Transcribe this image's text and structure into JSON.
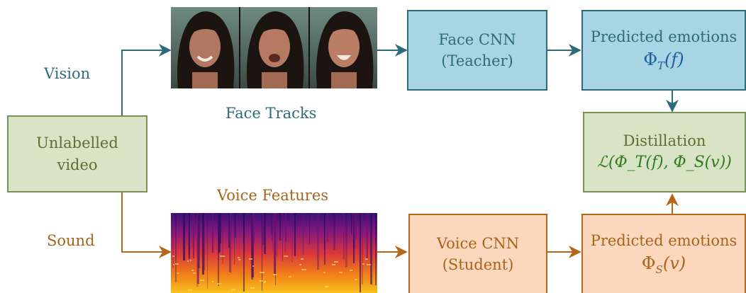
{
  "branches": {
    "vision": "Vision",
    "sound": "Sound"
  },
  "input": {
    "line1": "Unlabelled",
    "line2": "video"
  },
  "face_tracks": {
    "caption": "Face Tracks"
  },
  "voice_features": {
    "caption": "Voice Features"
  },
  "teacher": {
    "line1": "Face CNN",
    "line2": "(Teacher)"
  },
  "student": {
    "line1": "Voice CNN",
    "line2": "(Student)"
  },
  "teacher_output": {
    "line1": "Predicted emotions",
    "symbol": "Φ",
    "sub": "T",
    "arg": "(f)"
  },
  "student_output": {
    "line1": "Predicted emotions",
    "symbol": "Φ",
    "sub": "S",
    "arg": "(v)"
  },
  "distillation": {
    "line1": "Distillation",
    "formula": "ℒ(Φ_T(f), Φ_S(v))"
  },
  "colors": {
    "vision_path": "#2d6b79",
    "sound_path": "#b5661a",
    "green_fill": "#d9e3c5",
    "blue_fill": "#a7d5e4",
    "orange_fill": "#fbd7bd"
  },
  "icons": {
    "face_frames": "face-track-frames",
    "spectrogram": "voice-spectrogram"
  }
}
